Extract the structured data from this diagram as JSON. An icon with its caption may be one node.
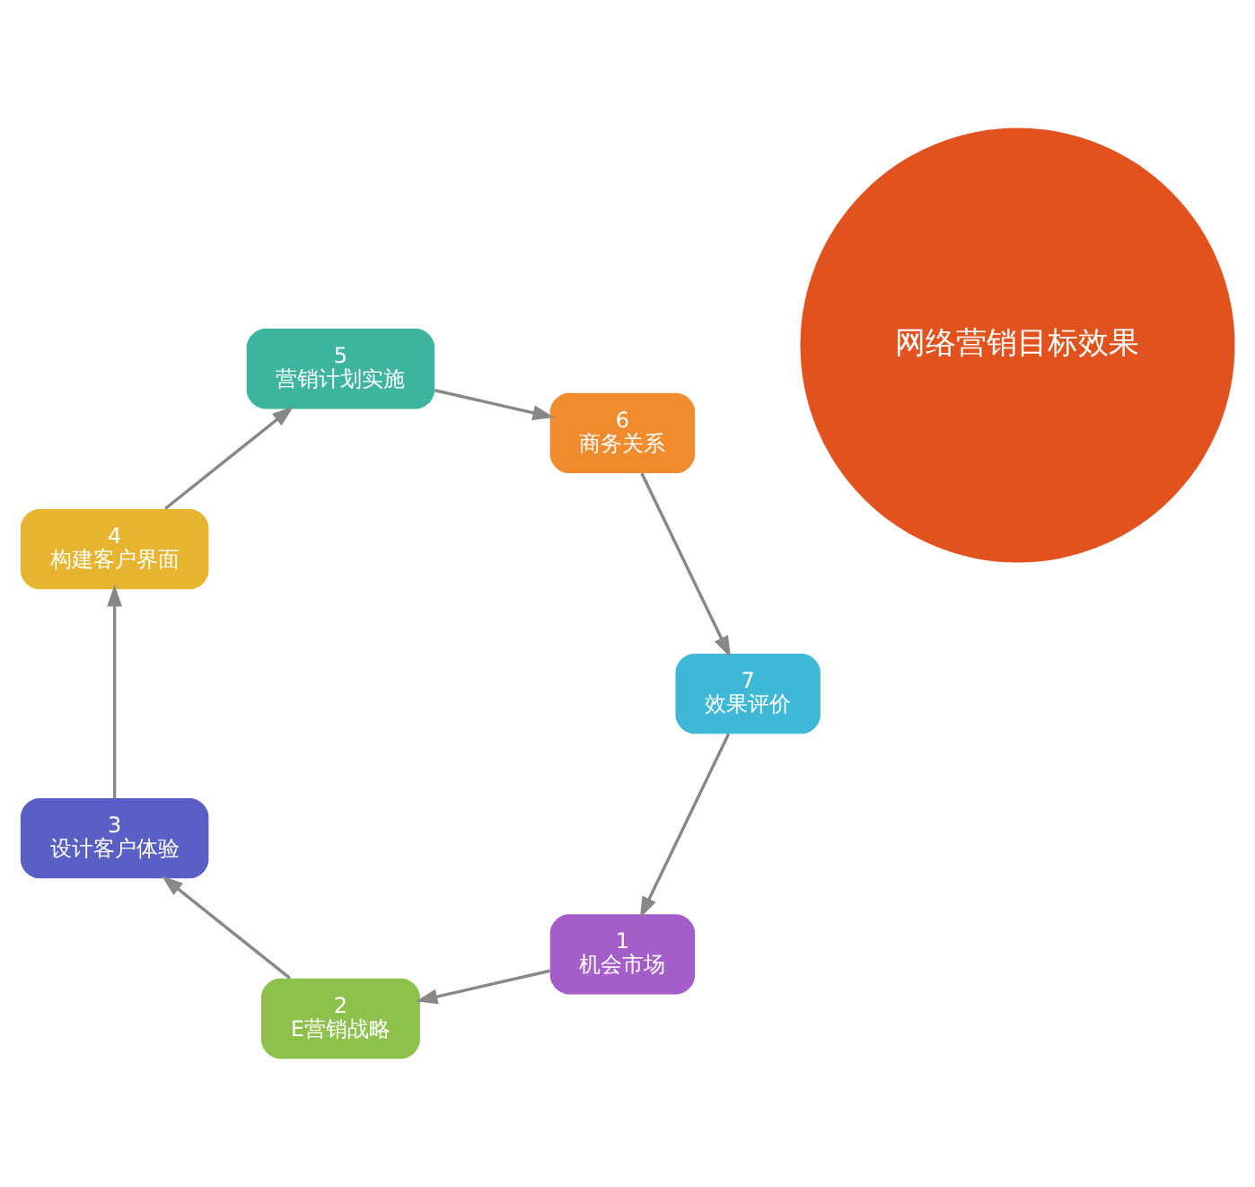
{
  "diagram": {
    "nodes": [
      {
        "text": [
          "网络营销目标效果"
        ]
      },
      {
        "text": [
          "1",
          "机会市场"
        ]
      },
      {
        "text": [
          "2",
          "E营销战略"
        ]
      },
      {
        "text": [
          "3",
          "设计客户体验"
        ]
      },
      {
        "text": [
          "4",
          "构建客户界面"
        ]
      },
      {
        "text": [
          "5",
          "营销计划实施"
        ]
      },
      {
        "text": [
          "6",
          "商务关系"
        ]
      },
      {
        "text": [
          "7",
          "效果评价"
        ]
      }
    ],
    "edges": [
      {
        "from": 1,
        "to": 2,
        "arrow": "to"
      },
      {
        "from": 2,
        "to": 3,
        "arrow": "to"
      },
      {
        "from": 3,
        "to": 4,
        "arrow": "to"
      },
      {
        "from": 4,
        "to": 5,
        "arrow": "to"
      },
      {
        "from": 5,
        "to": 6,
        "arrow": "to"
      },
      {
        "from": 6,
        "to": 7,
        "arrow": "to"
      },
      {
        "from": 7,
        "to": 1,
        "arrow": "to"
      }
    ]
  }
}
